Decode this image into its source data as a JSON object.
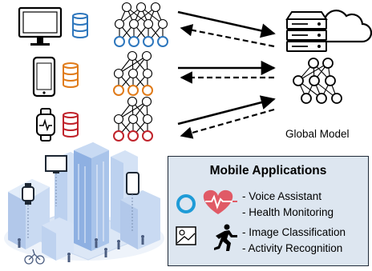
{
  "global_model_label": "Global Model",
  "mobile_apps": {
    "title": "Mobile Applications",
    "items": [
      "- Voice Assistant",
      "- Health Monitoring",
      "- Image Classification",
      "- Activity Recognition"
    ]
  },
  "colors": {
    "blue": "#2e77bd",
    "orange": "#e07b1a",
    "red": "#c0232b",
    "panel_bg": "#dde6f0",
    "city": "#a9c4ea",
    "heart": "#e05a66"
  },
  "icons": [
    "monitor-icon",
    "smartphone-icon",
    "smartwatch-icon",
    "database-icon",
    "neural-network-icon",
    "server-icon",
    "cloud-icon",
    "cortana-ring-icon",
    "heart-pulse-icon",
    "image-icon",
    "runner-icon",
    "smart-city-illustration"
  ]
}
